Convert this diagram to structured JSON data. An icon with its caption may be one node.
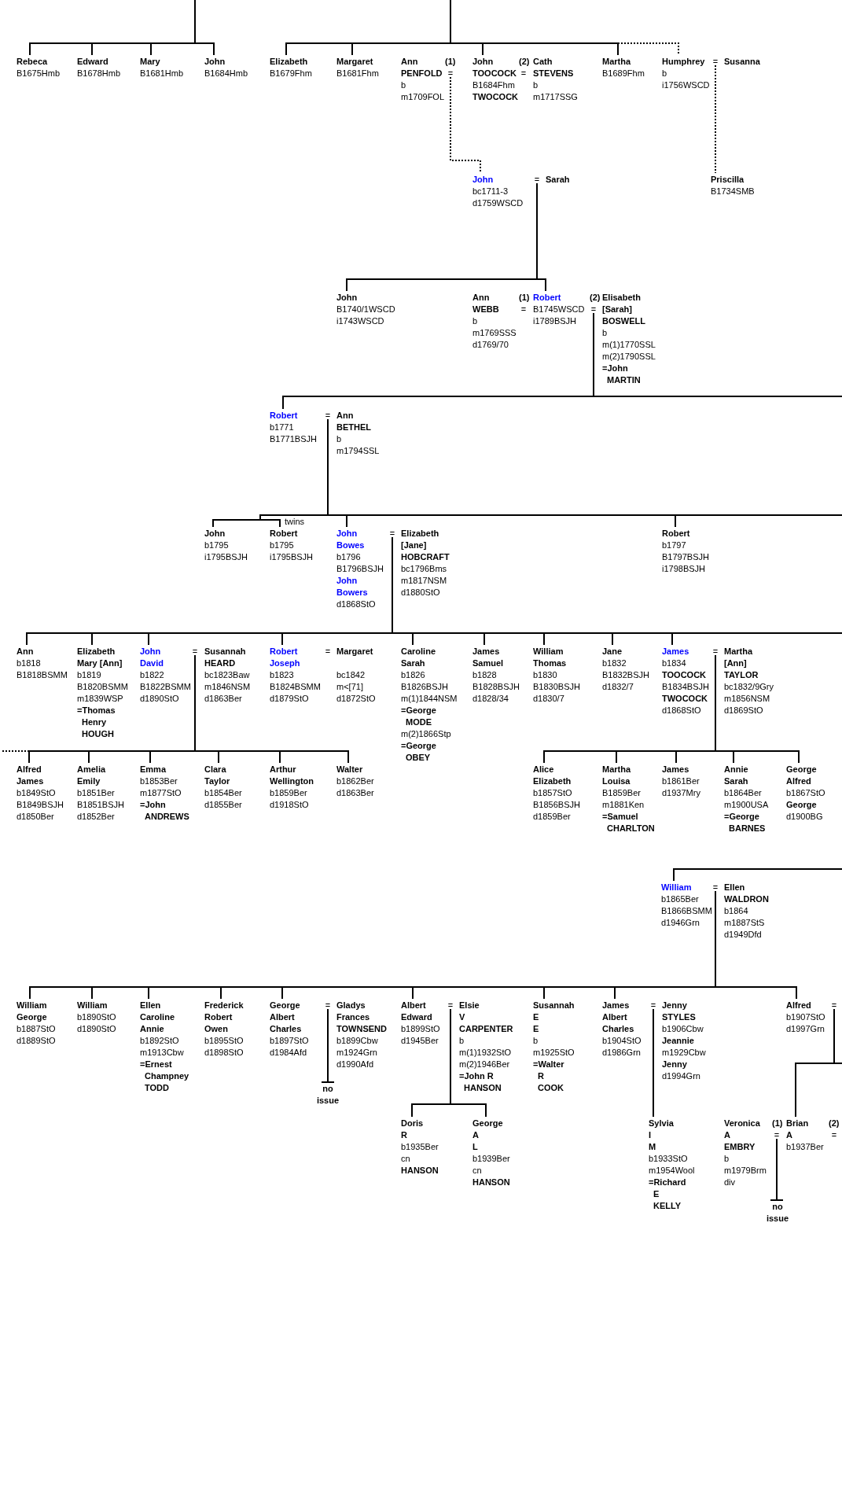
{
  "diagram": {
    "nodes": [
      {
        "text": [
          "Rebeca",
          "B1675Hmb"
        ]
      },
      {
        "text": [
          "Edward",
          "B1678Hmb"
        ]
      },
      {
        "text": [
          "Mary",
          "B1681Hmb"
        ]
      },
      {
        "text": [
          "John",
          "B1684Hmb"
        ]
      },
      {
        "text": [
          "Elizabeth",
          "B1679Fhm"
        ]
      },
      {
        "text": [
          "Margaret",
          "B1681Fhm"
        ]
      },
      {
        "text": [
          "Ann PENFOLD",
          "b",
          "m1709FOL"
        ]
      },
      {
        "text": [
          "="
        ]
      },
      {
        "text": [
          "John TOOCOCK",
          "B1684Fhm",
          "TWOCOCK"
        ]
      },
      {
        "text": [
          "Cath STEVENS",
          "b",
          "m1717SSG"
        ]
      },
      {
        "text": [
          "Martha",
          "B1689Fhm"
        ]
      },
      {
        "text": [
          "Humphrey",
          "b",
          "i1756WSCD"
        ]
      },
      {
        "text": [
          "="
        ]
      },
      {
        "text": [
          "Susanna"
        ]
      },
      {
        "text": [
          "John",
          "bc1711-3",
          "d1759WSCD"
        ]
      },
      {
        "text": [
          "="
        ]
      },
      {
        "text": [
          "Sarah"
        ]
      },
      {
        "text": [
          "Priscilla",
          "B1734SMB"
        ]
      },
      {
        "text": [
          "John",
          "B1740/1WSCD",
          "i1743WSCD"
        ]
      },
      {
        "text": [
          "Ann WEBB",
          "b",
          "m1769SSS",
          "d1769/70"
        ]
      },
      {
        "text": [
          "Robert",
          "B1745WSCD",
          "i1789BSJH"
        ]
      },
      {
        "text": [
          "="
        ]
      },
      {
        "text": [
          "Elisabeth [Sarah] BOSWELL",
          "b",
          "m(1)1770SSL",
          "m(2)1790SSL",
          "=John MARTIN"
        ]
      },
      {
        "text": [
          "Robert",
          "b1771",
          "B1771BSJH"
        ]
      },
      {
        "text": [
          "="
        ]
      },
      {
        "text": [
          "Ann BETHEL",
          "b",
          "m1794SSL"
        ]
      },
      {
        "text": [
          "John",
          "b1795",
          "i1795BSJH"
        ]
      },
      {
        "text": [
          "Robert",
          "b1795",
          "i1795BSJH"
        ]
      },
      {
        "text": [
          "John Bowes",
          "b1796",
          "B1796BSJH",
          "John Bowers",
          "d1868StO"
        ]
      },
      {
        "text": [
          "="
        ]
      },
      {
        "text": [
          "Elizabeth [Jane] HOBCRAFT",
          "bc1796Bms",
          "m1817NSM",
          "d1880StO"
        ]
      },
      {
        "text": [
          "Robert",
          "b1797",
          "B1797BSJH",
          "i1798BSJH"
        ]
      },
      {
        "text": [
          "Ann",
          "b1818",
          "B1818BSMM"
        ]
      },
      {
        "text": [
          "Elizabeth Mary [Ann]",
          "b1819",
          "B1820BSMM",
          "m1839WSP",
          "=Thomas Henry HOUGH"
        ]
      },
      {
        "text": [
          "John David",
          "b1822",
          "B1822BSMM",
          "d1890StO"
        ]
      },
      {
        "text": [
          "="
        ]
      },
      {
        "text": [
          "Susannah HEARD",
          "bc1823Baw",
          "m1846NSM",
          "d1863Ber"
        ]
      },
      {
        "text": [
          "Robert Joseph",
          "b1823",
          "B1824BSMM",
          "d1879StO"
        ]
      },
      {
        "text": [
          "Margaret",
          "bc1842",
          "m<[71]",
          "d1872StO"
        ]
      },
      {
        "text": [
          "Caroline Sarah",
          "b1826",
          "B1826BSJH",
          "m(1)1844NSM",
          "=George MODE",
          "m(2)1866Stp",
          "=George OBEY"
        ]
      },
      {
        "text": [
          "James Samuel",
          "b1828",
          "B1828BSJH",
          "d1828/34"
        ]
      },
      {
        "text": [
          "William Thomas",
          "b1830",
          "B1830BSJH",
          "d1830/7"
        ]
      },
      {
        "text": [
          "Jane",
          "b1832",
          "B1832BSJH",
          "d1832/7"
        ]
      },
      {
        "text": [
          "James",
          "b1834",
          "TOOCOCK",
          "B1834BSJH",
          "TWOCOCK",
          "d1868StO"
        ]
      },
      {
        "text": [
          "="
        ]
      },
      {
        "text": [
          "Martha [Ann] TAYLOR",
          "bc1832/9Gry",
          "m1856NSM",
          "d1869StO"
        ]
      },
      {
        "text": [
          "Alfred James",
          "b1849StO",
          "B1849BSJH",
          "d1850Ber"
        ]
      },
      {
        "text": [
          "Amelia Emily",
          "b1851Ber",
          "B1851BSJH",
          "d1852Ber"
        ]
      },
      {
        "text": [
          "Emma",
          "b1853Ber",
          "m1877StO",
          "=John ANDREWS"
        ]
      },
      {
        "text": [
          "Clara Taylor",
          "b1854Ber",
          "d1855Ber"
        ]
      },
      {
        "text": [
          "Arthur Wellington",
          "b1859Ber",
          "d1918StO"
        ]
      },
      {
        "text": [
          "Walter",
          "b1862Ber",
          "d1863Ber"
        ]
      },
      {
        "text": [
          "Alice Elizabeth",
          "b1857StO",
          "B1856BSJH",
          "d1859Ber"
        ]
      },
      {
        "text": [
          "Martha Louisa",
          "B1859Ber",
          "m1881Ken",
          "=Samuel CHARLTON"
        ]
      },
      {
        "text": [
          "James",
          "b1861Ber",
          "d1937Mry"
        ]
      },
      {
        "text": [
          "Annie Sarah",
          "b1864Ber",
          "m1900USA",
          "=George BARNES"
        ]
      },
      {
        "text": [
          "George Alfred",
          "b1867StO",
          "George",
          "d1900BG"
        ]
      },
      {
        "text": [
          "William",
          "b1865Ber",
          "B1866BSMM",
          "d1946Grn"
        ]
      },
      {
        "text": [
          "="
        ]
      },
      {
        "text": [
          "Ellen WALDRON",
          "b1864",
          "m1887StS",
          "d1949Dfd"
        ]
      },
      {
        "text": [
          "William George",
          "b1887StO",
          "d1889StO"
        ]
      },
      {
        "text": [
          "William",
          "b1890StO",
          "d1890StO"
        ]
      },
      {
        "text": [
          "Ellen Caroline Annie",
          "b1892StO",
          "m1913Cbw",
          "=Ernest Champney TODD"
        ]
      },
      {
        "text": [
          "Frederick Robert Owen",
          "b1895StO",
          "d1898StO"
        ]
      },
      {
        "text": [
          "George Albert Charles",
          "b1897StO",
          "d1984Afd"
        ]
      },
      {
        "text": [
          "="
        ]
      },
      {
        "text": [
          "Gladys Frances TOWNSEND",
          "b1899Cbw",
          "m1924Grn",
          "d1990Afd"
        ]
      },
      {
        "text": [
          "Albert Edward",
          "b1899StO",
          "d1945Ber"
        ]
      },
      {
        "text": [
          "="
        ]
      },
      {
        "text": [
          "Elsie V CARPENTER",
          "b",
          "m(1)1932StO",
          "m(2)1946Ber",
          "=John R HANSON"
        ]
      },
      {
        "text": [
          "Susannah E E",
          "b",
          "m1925StO",
          "=Walter R COOK"
        ]
      },
      {
        "text": [
          "James Albert Charles",
          "b1904StO",
          "d1986Grn"
        ]
      },
      {
        "text": [
          "="
        ]
      },
      {
        "text": [
          "Jenny STYLES",
          "b1906Cbw",
          "Jeannie",
          "m1929Cbw",
          "Jenny",
          "d1994Grn"
        ]
      },
      {
        "text": [
          "Alfred",
          "b1907StO",
          "d1997Grn"
        ]
      },
      {
        "text": [
          "="
        ]
      },
      {
        "text": [
          "no issue"
        ]
      },
      {
        "text": [
          "Doris R",
          "b1935Ber",
          "cn",
          "HANSON"
        ]
      },
      {
        "text": [
          "George A L",
          "b1939Ber",
          "cn",
          "HANSON"
        ]
      },
      {
        "text": [
          "Sylvia I M",
          "b1933StO",
          "m1954Wool",
          "=Richard E KELLY"
        ]
      },
      {
        "text": [
          "Veronica A EMBRY",
          "b",
          "m1979Brm",
          "div"
        ]
      },
      {
        "text": [
          "="
        ]
      },
      {
        "text": [
          "Brian A",
          "b1937Ber"
        ]
      },
      {
        "text": [
          "no issue"
        ]
      }
    ],
    "edges": [
      {
        "from": null,
        "to": 0,
        "arrow": "none"
      },
      {
        "from": null,
        "to": 1,
        "arrow": "none"
      },
      {
        "from": null,
        "to": 2,
        "arrow": "none"
      },
      {
        "from": null,
        "to": 3,
        "arrow": "none"
      },
      {
        "from": null,
        "to": 4,
        "arrow": "none"
      },
      {
        "from": null,
        "to": 5,
        "arrow": "none"
      },
      {
        "from": null,
        "to": 8,
        "arrow": "none"
      },
      {
        "from": null,
        "to": 10,
        "arrow": "none"
      },
      {
        "from": null,
        "to": 11,
        "arrow": "none",
        "style": "dashed"
      },
      {
        "from": 7,
        "to": 14,
        "arrow": "none",
        "style": "dashed"
      },
      {
        "from": 12,
        "to": 17,
        "arrow": "none",
        "style": "dashed"
      },
      {
        "from": 15,
        "to": 18,
        "arrow": "none"
      },
      {
        "from": 15,
        "to": 20,
        "arrow": "none"
      },
      {
        "from": 21,
        "to": 23,
        "arrow": "none"
      },
      {
        "from": 21,
        "to": null,
        "arrow": "none"
      },
      {
        "from": 24,
        "to": 26,
        "arrow": "none"
      },
      {
        "from": 24,
        "to": 27,
        "arrow": "none"
      },
      {
        "from": 24,
        "to": 28,
        "arrow": "none"
      },
      {
        "from": 24,
        "to": 31,
        "arrow": "none"
      },
      {
        "from": 24,
        "to": null,
        "arrow": "none"
      },
      {
        "from": 29,
        "to": 32,
        "arrow": "none"
      },
      {
        "from": 29,
        "to": 33,
        "arrow": "none"
      },
      {
        "from": 29,
        "to": 34,
        "arrow": "none"
      },
      {
        "from": 29,
        "to": 37,
        "arrow": "none"
      },
      {
        "from": 29,
        "to": 39,
        "arrow": "none"
      },
      {
        "from": 29,
        "to": 40,
        "arrow": "none"
      },
      {
        "from": 29,
        "to": 41,
        "arrow": "none"
      },
      {
        "from": 29,
        "to": 42,
        "arrow": "none"
      },
      {
        "from": 29,
        "to": 43,
        "arrow": "none"
      },
      {
        "from": 29,
        "to": null,
        "arrow": "none"
      },
      {
        "from": 35,
        "to": 46,
        "arrow": "none"
      },
      {
        "from": 35,
        "to": 47,
        "arrow": "none"
      },
      {
        "from": 35,
        "to": 48,
        "arrow": "none"
      },
      {
        "from": 35,
        "to": 49,
        "arrow": "none"
      },
      {
        "from": 35,
        "to": 50,
        "arrow": "none"
      },
      {
        "from": 35,
        "to": 51,
        "arrow": "none"
      },
      {
        "from": null,
        "to": 46,
        "arrow": "none",
        "style": "dashed"
      },
      {
        "from": 44,
        "to": 52,
        "arrow": "none"
      },
      {
        "from": 44,
        "to": 53,
        "arrow": "none"
      },
      {
        "from": 44,
        "to": 54,
        "arrow": "none"
      },
      {
        "from": 44,
        "to": 55,
        "arrow": "none"
      },
      {
        "from": 44,
        "to": 56,
        "arrow": "none"
      },
      {
        "from": null,
        "to": 57,
        "arrow": "none"
      },
      {
        "from": 58,
        "to": 60,
        "arrow": "none"
      },
      {
        "from": 58,
        "to": 61,
        "arrow": "none"
      },
      {
        "from": 58,
        "to": 62,
        "arrow": "none"
      },
      {
        "from": 58,
        "to": 63,
        "arrow": "none"
      },
      {
        "from": 58,
        "to": 64,
        "arrow": "none"
      },
      {
        "from": 58,
        "to": 67,
        "arrow": "none"
      },
      {
        "from": 58,
        "to": 70,
        "arrow": "none"
      },
      {
        "from": 58,
        "to": 71,
        "arrow": "none"
      },
      {
        "from": 58,
        "to": 74,
        "arrow": "none"
      },
      {
        "from": 65,
        "to": 76,
        "arrow": "other"
      },
      {
        "from": 68,
        "to": 77,
        "arrow": "none"
      },
      {
        "from": 68,
        "to": 78,
        "arrow": "none"
      },
      {
        "from": 72,
        "to": 79,
        "arrow": "none"
      },
      {
        "from": 75,
        "to": 82,
        "arrow": "none"
      },
      {
        "from": 75,
        "to": null,
        "arrow": "none"
      },
      {
        "from": 81,
        "to": 83,
        "arrow": "other"
      }
    ],
    "labels": [
      "(1)",
      "(2)",
      "=",
      "(1)",
      "(2)",
      "=",
      "twins",
      "=",
      "(1)",
      "(2)",
      "="
    ]
  }
}
